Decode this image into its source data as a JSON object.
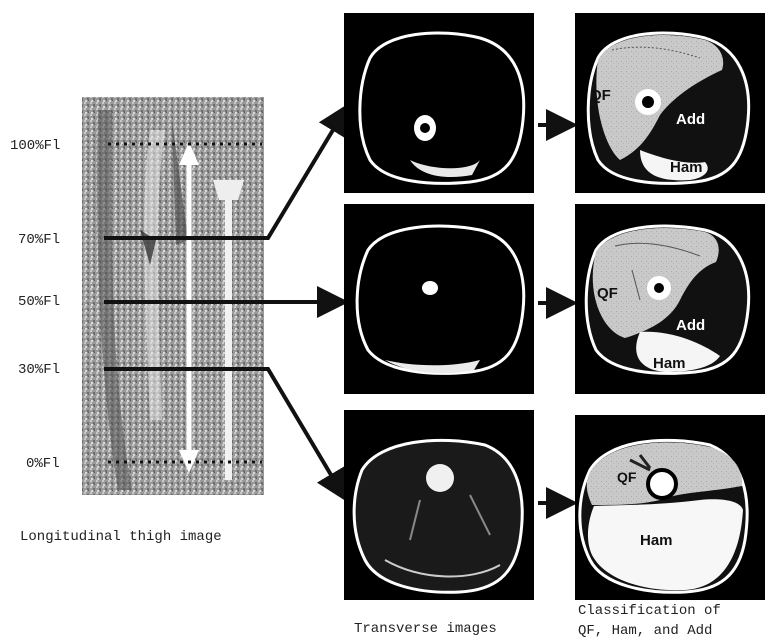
{
  "levels": {
    "l100": "100%Fl",
    "l70": "70%Fl",
    "l50": "50%Fl",
    "l30": "30%Fl",
    "l0": "0%Fl"
  },
  "captions": {
    "longitudinal": "Longitudinal thigh image",
    "transverse": "Transverse images",
    "classification_line1": "Classification of",
    "classification_line2": "QF, Ham, and Add"
  },
  "muscles": {
    "qf": "QF",
    "add": "Add",
    "ham": "Ham"
  }
}
